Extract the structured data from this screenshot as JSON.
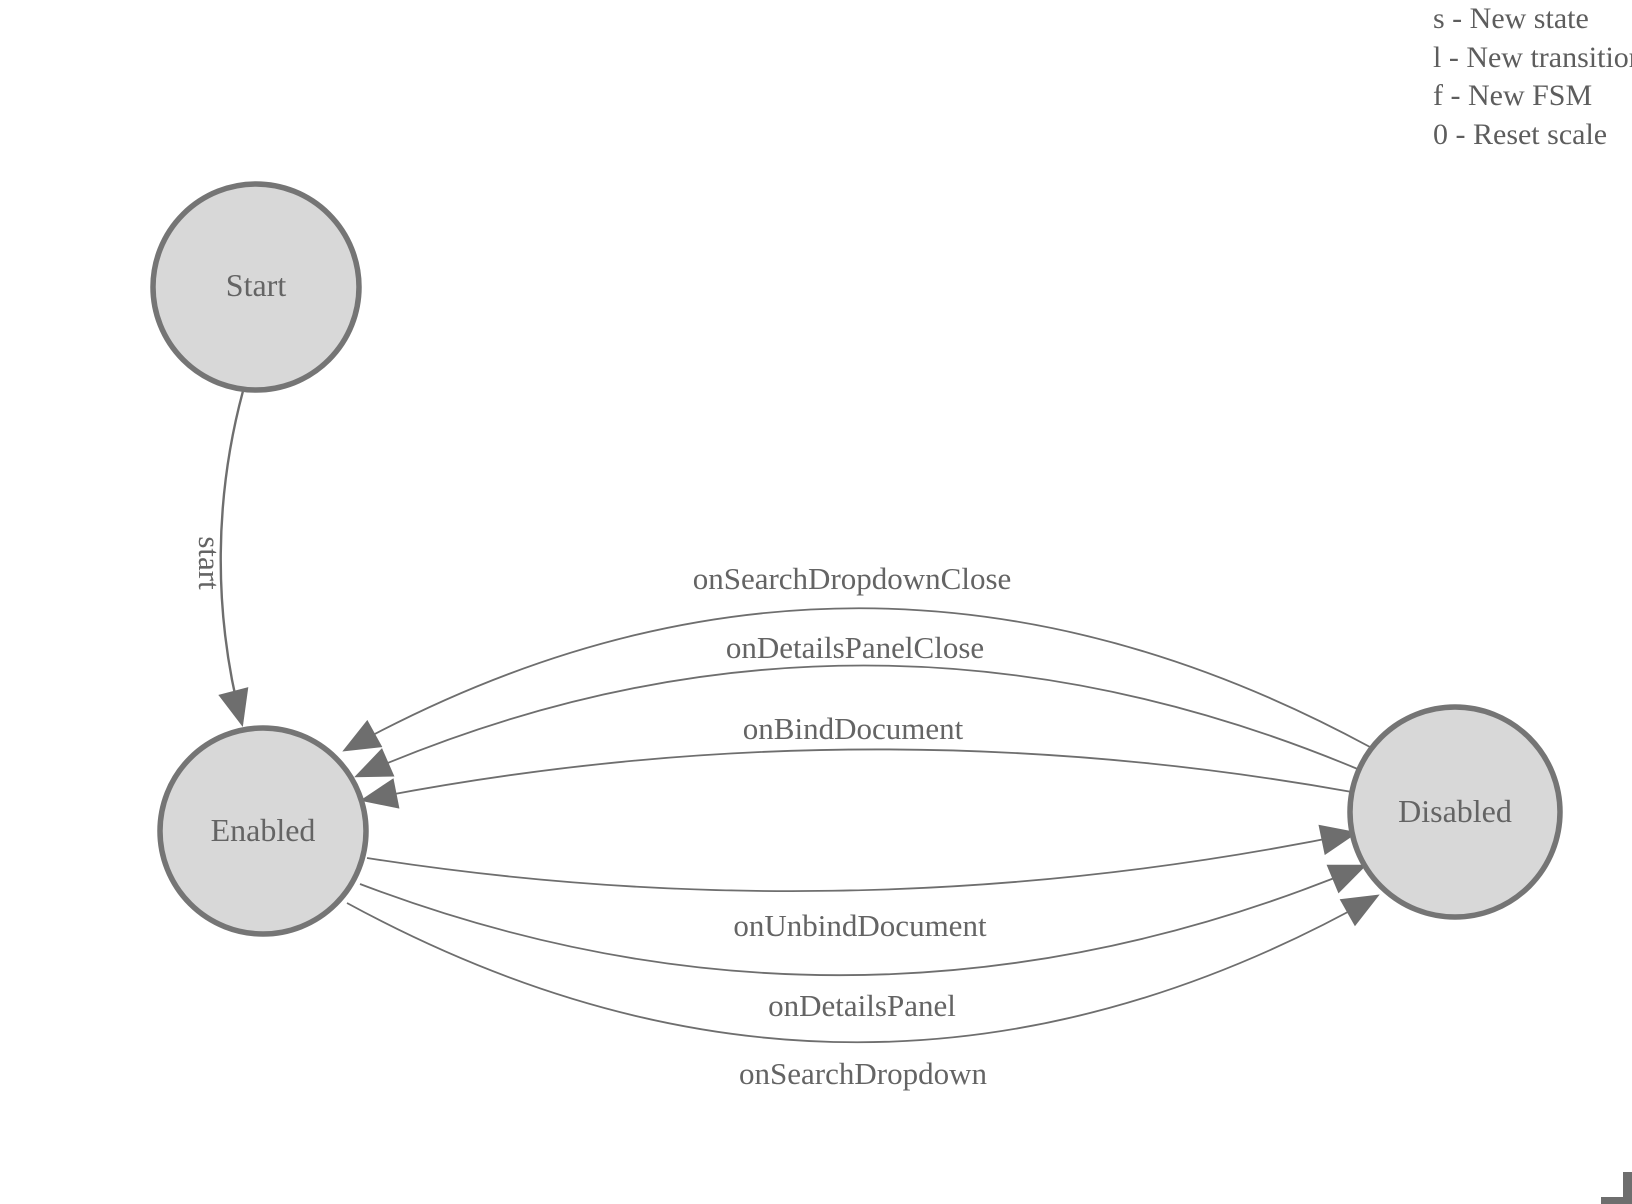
{
  "help": {
    "lines": [
      "s - New state",
      "l - New transition",
      "f - New FSM",
      "0 - Reset scale"
    ]
  },
  "diagram": {
    "states": [
      {
        "label": "Start"
      },
      {
        "label": "Enabled"
      },
      {
        "label": "Disabled"
      }
    ],
    "transitions": [
      {
        "label": "start",
        "from": "Start",
        "to": "Enabled"
      },
      {
        "label": "onSearchDropdownClose",
        "from": "Disabled",
        "to": "Enabled"
      },
      {
        "label": "onDetailsPanelClose",
        "from": "Disabled",
        "to": "Enabled"
      },
      {
        "label": "onBindDocument",
        "from": "Disabled",
        "to": "Enabled"
      },
      {
        "label": "onUnbindDocument",
        "from": "Enabled",
        "to": "Disabled"
      },
      {
        "label": "onDetailsPanel",
        "from": "Enabled",
        "to": "Disabled"
      },
      {
        "label": "onSearchDropdown",
        "from": "Enabled",
        "to": "Disabled"
      }
    ]
  },
  "colors": {
    "state_fill": "#d8d8d8",
    "state_stroke": "#757575",
    "edge_stroke": "#6e6e6e",
    "label_text": "#646464",
    "help_text": "#5d5d5d"
  }
}
